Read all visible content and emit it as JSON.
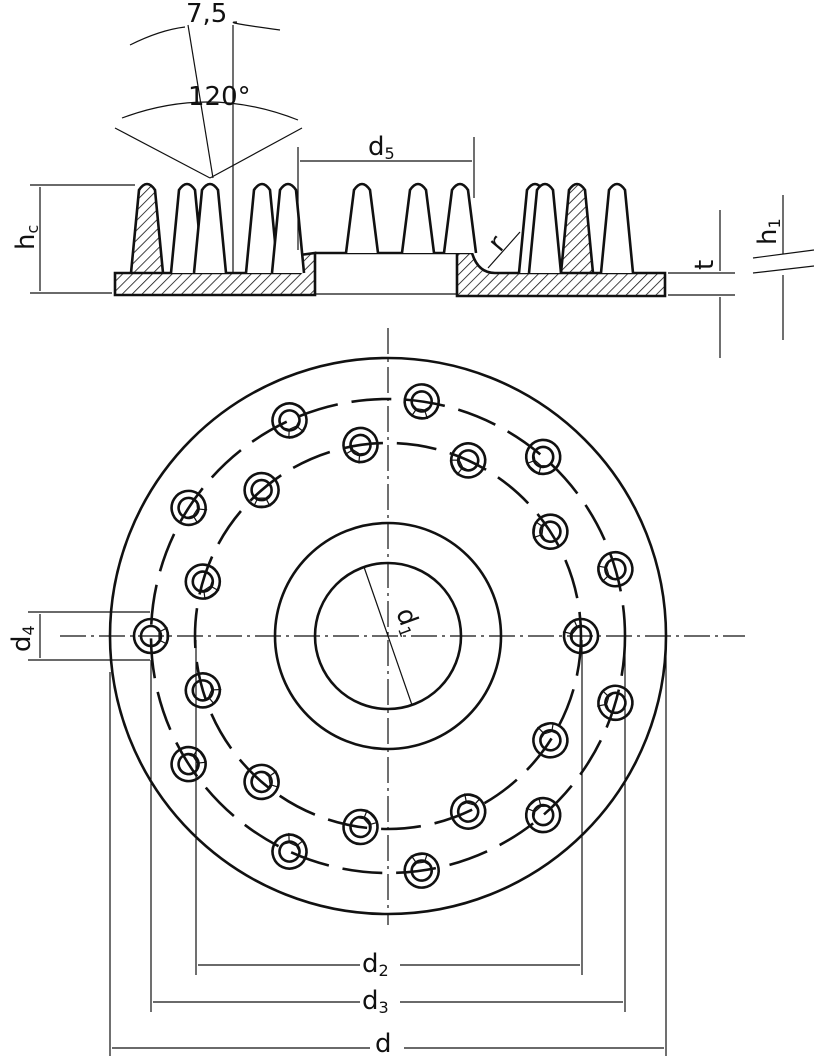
{
  "title": "Toothed base plate – technical drawing",
  "colors": {
    "line": "#111111",
    "background": "#ffffff"
  },
  "dimensions": {
    "angle_small": "7,5",
    "angle_large": "120°",
    "d5": {
      "main": "d",
      "sub": "5"
    },
    "hc": {
      "main": "h",
      "sub": "c"
    },
    "r": "r",
    "t": "t",
    "h1": {
      "main": "h",
      "sub": "1"
    },
    "d4": {
      "main": "d",
      "sub": "4"
    },
    "d1": {
      "main": "d",
      "sub": "1"
    },
    "d2": {
      "main": "d",
      "sub": "2"
    },
    "d3": {
      "main": "d",
      "sub": "3"
    },
    "d": "d"
  },
  "plan_view": {
    "outer_pin_count": 11,
    "inner_pin_count": 11
  }
}
